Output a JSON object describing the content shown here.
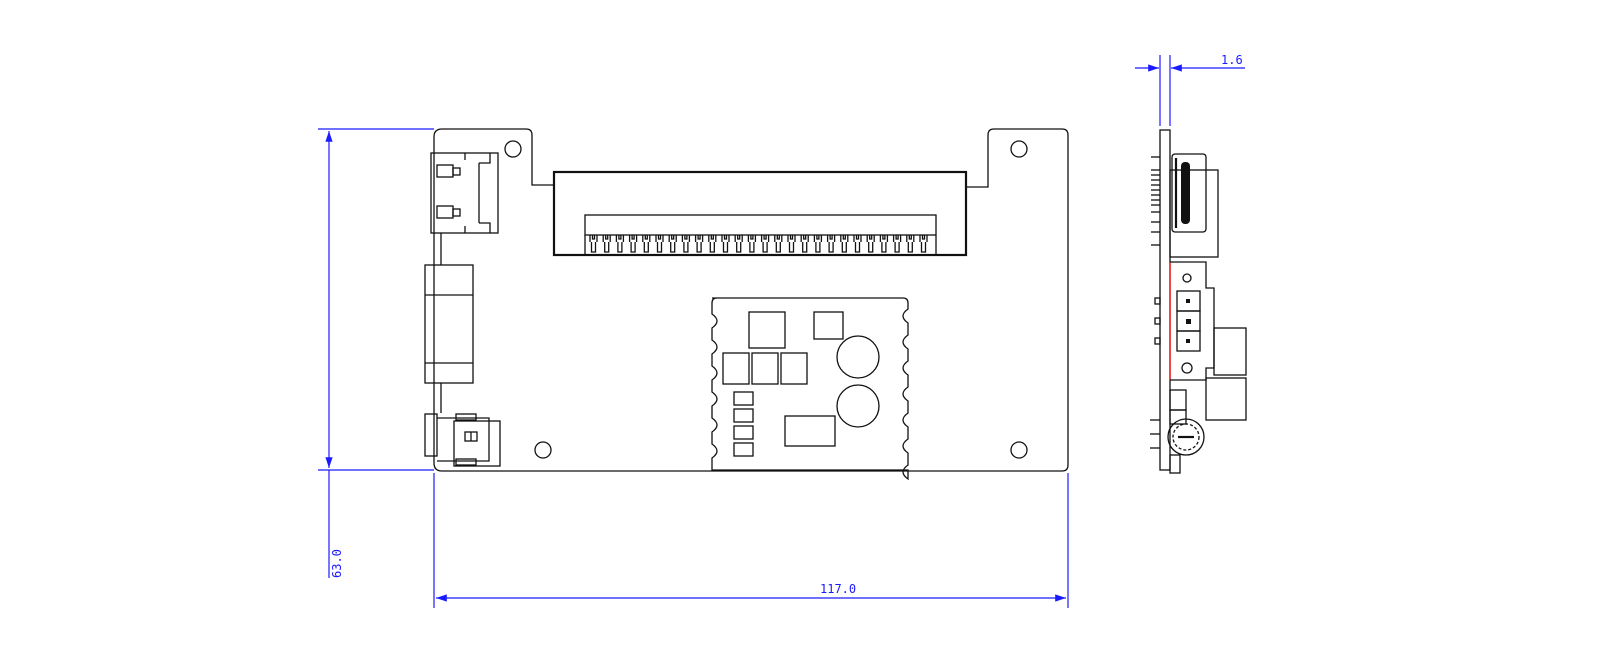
{
  "drawing": {
    "dimensions": {
      "width_label": "117.0",
      "height_label": "63.0",
      "thickness_label": "1.6"
    },
    "colors": {
      "outline": "#111111",
      "dimension": "#1a1aff",
      "edge_highlight": "#ff1a1a"
    }
  }
}
